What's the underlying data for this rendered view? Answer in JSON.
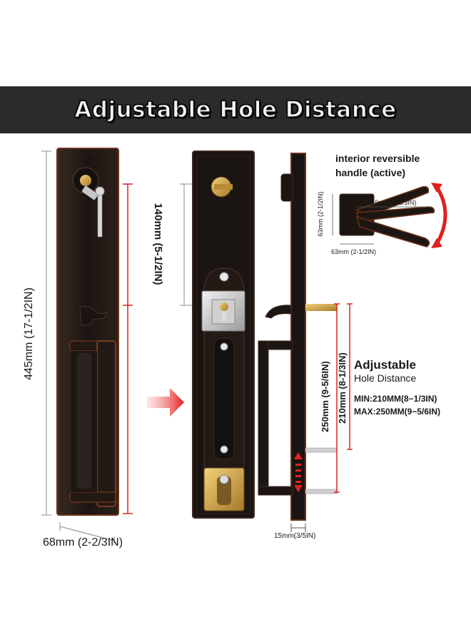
{
  "banner": {
    "title": "Adjustable Hole Distance"
  },
  "dimensions": {
    "height": "445mm (17-1/2IN)",
    "width": "68mm (2-2/3IN)",
    "backset": "140mm (5-1/2IN)",
    "thickness": "15mm(3/5IN)",
    "hole_250": "250mm (9-5/6IN)",
    "hole_210": "210mm (8-1/3IN)"
  },
  "interior": {
    "title_line1": "interior reversible",
    "title_line2": "handle (active)",
    "lever_length": "119mm (4-2/3IN)",
    "rose_height": "63mm (2-1/2IN)",
    "rose_width": "63mm (2-1/2IN)"
  },
  "adjustable": {
    "title": "Adjustable",
    "subtitle": "Hole Distance",
    "min": "MIN:210MM(8−1/3IN)",
    "max": "MAX:250MM(9−5/6IN)"
  },
  "colors": {
    "banner": "#2b2b2b",
    "bronze": "#1c1614",
    "copper_edge": "#7a3a22",
    "red_guide": "#e02020"
  }
}
